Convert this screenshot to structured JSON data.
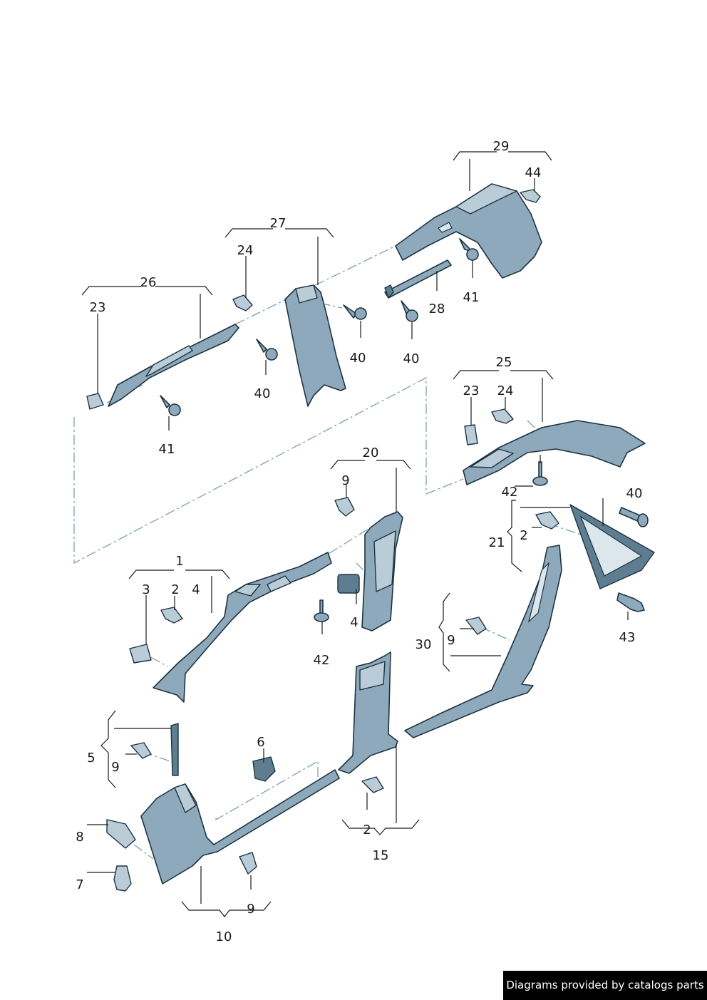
{
  "callouts": {
    "c29": "29",
    "c44": "44",
    "c27": "27",
    "c24a": "24",
    "c26": "26",
    "c23a": "23",
    "c41a": "41",
    "c28": "28",
    "c40a": "40",
    "c40b": "40",
    "c40c": "40",
    "c41b": "41",
    "c25": "25",
    "c23b": "23",
    "c24b": "24",
    "c20": "20",
    "c9a": "9",
    "c42a": "42",
    "c40d": "40",
    "c2a": "2",
    "c21": "21",
    "c1": "1",
    "c3": "3",
    "c2b": "2",
    "c4a": "4",
    "c4b": "4",
    "c42b": "42",
    "c43": "43",
    "c9b": "9",
    "c30": "30",
    "c5": "5",
    "c9c": "9",
    "c6": "6",
    "c8": "8",
    "c7": "7",
    "c9d": "9",
    "c10": "10",
    "c2c": "2",
    "c15": "15"
  },
  "footer": {
    "text": "Diagrams provided by catalogs parts"
  }
}
